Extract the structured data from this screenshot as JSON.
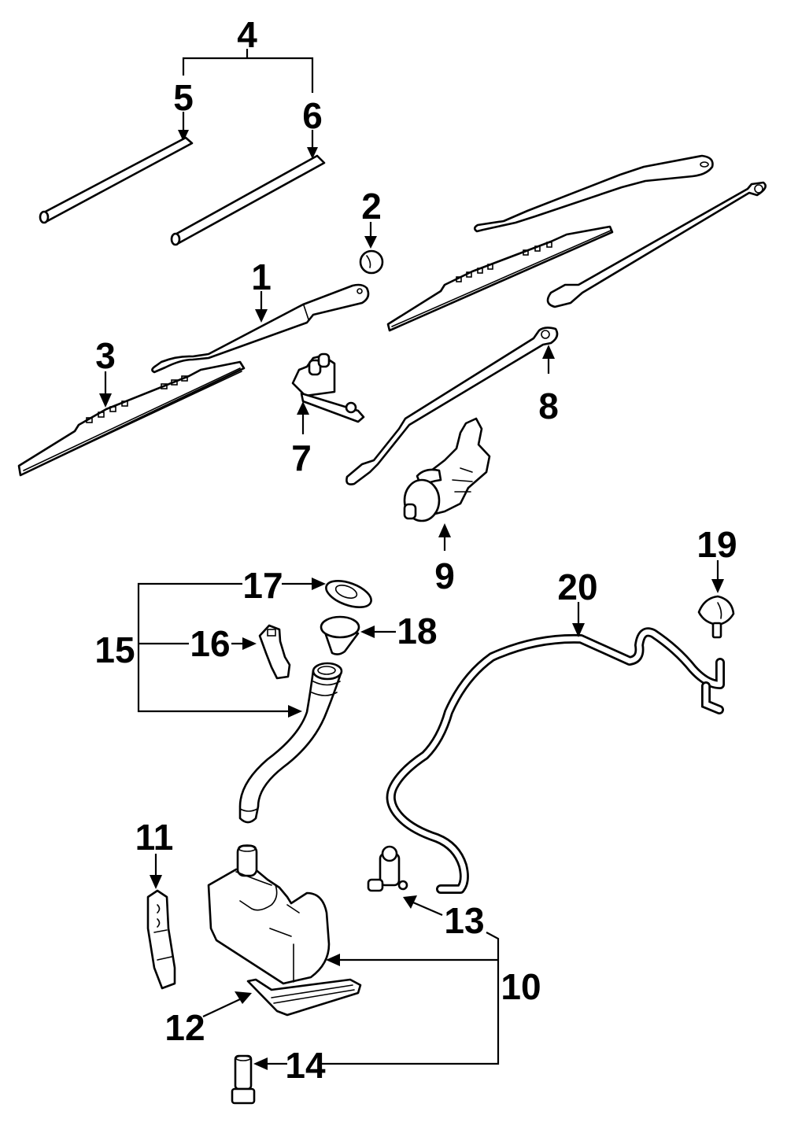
{
  "diagram": {
    "title": "Windshield wiper and washer components",
    "callouts": [
      {
        "id": "1",
        "part": "wiper arm (left)"
      },
      {
        "id": "2",
        "part": "pivot cap"
      },
      {
        "id": "3",
        "part": "wiper blade"
      },
      {
        "id": "4",
        "part": "blade refill set"
      },
      {
        "id": "5",
        "part": "refill (driver side)"
      },
      {
        "id": "6",
        "part": "refill (passenger side)"
      },
      {
        "id": "7",
        "part": "motor bracket / pivot"
      },
      {
        "id": "8",
        "part": "linkage"
      },
      {
        "id": "9",
        "part": "wiper motor"
      },
      {
        "id": "10",
        "part": "washer reservoir assembly"
      },
      {
        "id": "11",
        "part": "reservoir bracket"
      },
      {
        "id": "12",
        "part": "lower support bracket"
      },
      {
        "id": "13",
        "part": "washer pump"
      },
      {
        "id": "14",
        "part": "bolt"
      },
      {
        "id": "15",
        "part": "filler neck assembly"
      },
      {
        "id": "16",
        "part": "clip"
      },
      {
        "id": "17",
        "part": "cap"
      },
      {
        "id": "18",
        "part": "strainer"
      },
      {
        "id": "19",
        "part": "washer nozzle"
      },
      {
        "id": "20",
        "part": "washer hose"
      }
    ],
    "labels": {
      "n1": "1",
      "n2": "2",
      "n3": "3",
      "n4": "4",
      "n5": "5",
      "n6": "6",
      "n7": "7",
      "n8": "8",
      "n9": "9",
      "n10": "10",
      "n11": "11",
      "n12": "12",
      "n13": "13",
      "n14": "14",
      "n15": "15",
      "n16": "16",
      "n17": "17",
      "n18": "18",
      "n19": "19",
      "n20": "20"
    }
  }
}
